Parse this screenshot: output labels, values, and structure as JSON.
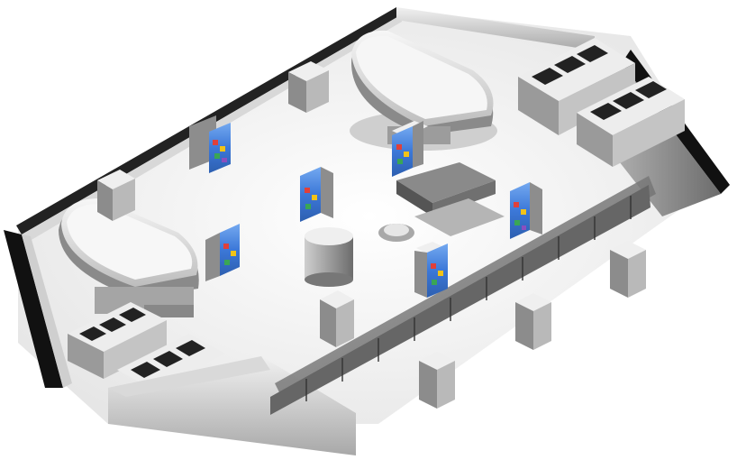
{
  "scene": {
    "kind": "isometric-3d-rendering",
    "palette": {
      "wall_light": "#e8e8e8",
      "wall_mid": "#b9b9b9",
      "wall_dark": "#6f6f6f",
      "floor": "#f7f7f7",
      "shadow": "#d4d4d4",
      "black": "#111111",
      "glass": "#7d7d7d",
      "art_blue": "#3c78d8",
      "art_red": "#e0403a",
      "art_yellow": "#f2c318",
      "art_green": "#3aa655",
      "art_purple": "#8a4fbf"
    },
    "structures": [
      "perimeter-wall",
      "rounded-building-top",
      "rounded-building-left",
      "modular-box-unit-top-right",
      "modular-box-unit-bottom-left",
      "glass-fence-diagonal",
      "cylinder-pavilion",
      "escalator-structure"
    ],
    "artwork_panel_count": 6,
    "pillar_count": 6
  }
}
